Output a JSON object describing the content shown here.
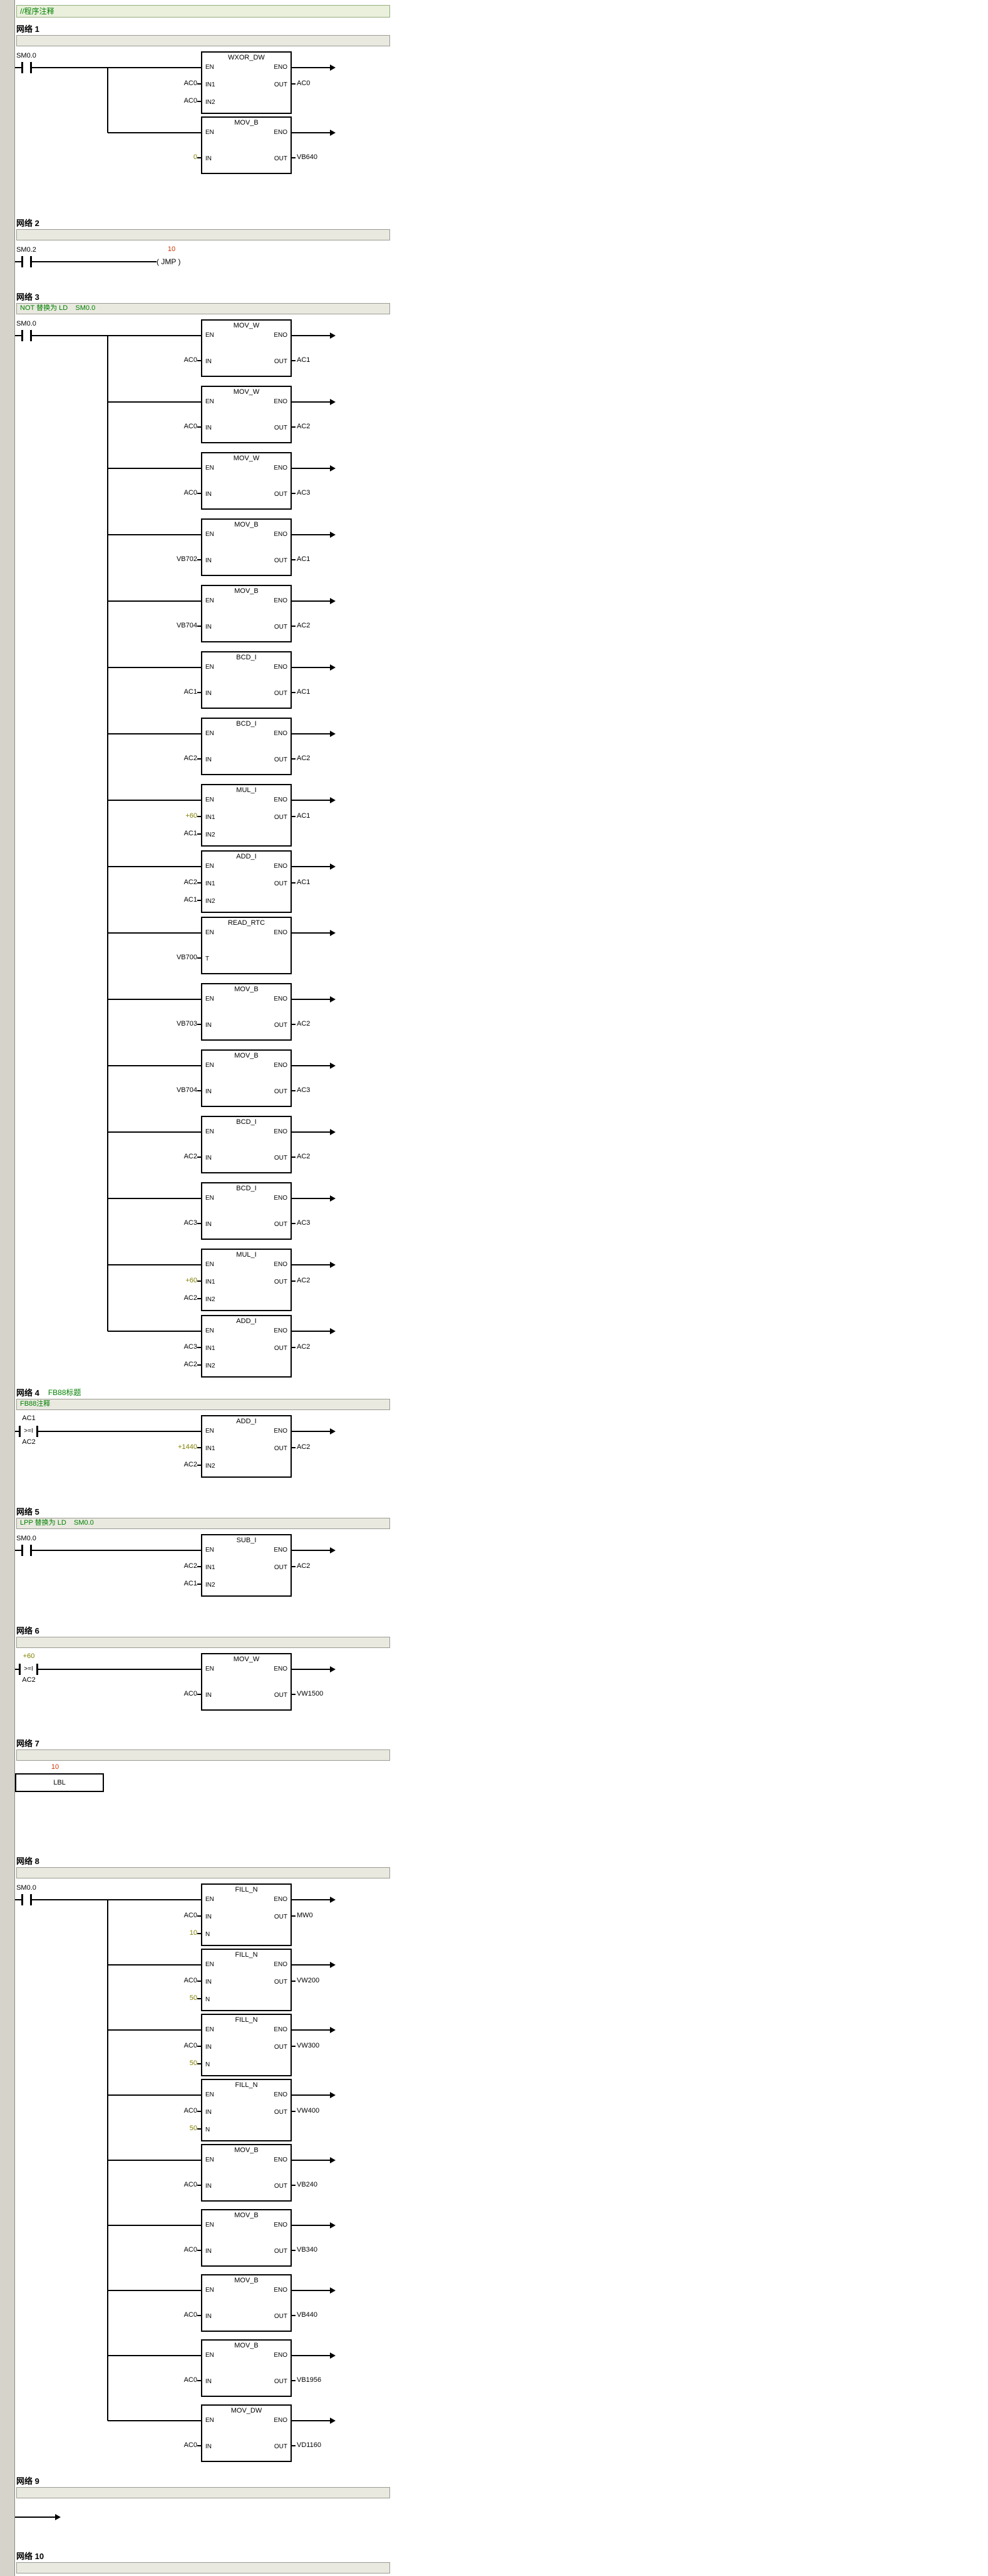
{
  "editor": {
    "top_comment": "//程序注释",
    "pins": {
      "en": "EN",
      "eno": "ENO"
    }
  },
  "colors": {
    "comment_green": "#008000",
    "constant_olive": "#808000",
    "jump_label_red": "#cc3300",
    "bar_grey": "#e9e9e0"
  },
  "networks": [
    {
      "label": "网络 1",
      "suffix": "",
      "bar_comment": "",
      "rung": {
        "type": "blocks",
        "contact": {
          "kind": "no",
          "operand": "SM0.0"
        },
        "blocks": [
          {
            "name": "WXOR_DW",
            "inputs": [
              {
                "pin": "IN1",
                "value": "AC0"
              },
              {
                "pin": "IN2",
                "value": "AC0"
              }
            ],
            "output": {
              "pin": "OUT",
              "value": "AC0"
            }
          },
          {
            "name": "MOV_B",
            "inputs": [
              {
                "pin": "IN",
                "value": "0",
                "const": true
              }
            ],
            "output": {
              "pin": "OUT",
              "value": "VB640"
            }
          }
        ]
      }
    },
    {
      "label": "网络 2",
      "suffix": "",
      "bar_comment": "",
      "rung": {
        "type": "coil",
        "contact": {
          "kind": "no",
          "operand": "SM0.2"
        },
        "coil": {
          "display": "( JMP )",
          "label": "JMP",
          "number": "10"
        }
      }
    },
    {
      "label": "网络 3",
      "suffix": "",
      "bar_comment": "NOT 替换为 LD    SM0.0",
      "rung": {
        "type": "blocks",
        "contact": {
          "kind": "no",
          "operand": "SM0.0"
        },
        "blocks": [
          {
            "name": "MOV_W",
            "inputs": [
              {
                "pin": "IN",
                "value": "AC0"
              }
            ],
            "output": {
              "pin": "OUT",
              "value": "AC1"
            }
          },
          {
            "name": "MOV_W",
            "inputs": [
              {
                "pin": "IN",
                "value": "AC0"
              }
            ],
            "output": {
              "pin": "OUT",
              "value": "AC2"
            }
          },
          {
            "name": "MOV_W",
            "inputs": [
              {
                "pin": "IN",
                "value": "AC0"
              }
            ],
            "output": {
              "pin": "OUT",
              "value": "AC3"
            }
          },
          {
            "name": "MOV_B",
            "inputs": [
              {
                "pin": "IN",
                "value": "VB702"
              }
            ],
            "output": {
              "pin": "OUT",
              "value": "AC1"
            }
          },
          {
            "name": "MOV_B",
            "inputs": [
              {
                "pin": "IN",
                "value": "VB704"
              }
            ],
            "output": {
              "pin": "OUT",
              "value": "AC2"
            }
          },
          {
            "name": "BCD_I",
            "inputs": [
              {
                "pin": "IN",
                "value": "AC1"
              }
            ],
            "output": {
              "pin": "OUT",
              "value": "AC1"
            }
          },
          {
            "name": "BCD_I",
            "inputs": [
              {
                "pin": "IN",
                "value": "AC2"
              }
            ],
            "output": {
              "pin": "OUT",
              "value": "AC2"
            }
          },
          {
            "name": "MUL_I",
            "inputs": [
              {
                "pin": "IN1",
                "value": "+60",
                "const": true
              },
              {
                "pin": "IN2",
                "value": "AC1"
              }
            ],
            "output": {
              "pin": "OUT",
              "value": "AC1"
            }
          },
          {
            "name": "ADD_I",
            "inputs": [
              {
                "pin": "IN1",
                "value": "AC2"
              },
              {
                "pin": "IN2",
                "value": "AC1"
              }
            ],
            "output": {
              "pin": "OUT",
              "value": "AC1"
            }
          },
          {
            "name": "READ_RTC",
            "inputs": [
              {
                "pin": "T",
                "value": "VB700"
              }
            ],
            "output": null
          },
          {
            "name": "MOV_B",
            "inputs": [
              {
                "pin": "IN",
                "value": "VB703"
              }
            ],
            "output": {
              "pin": "OUT",
              "value": "AC2"
            }
          },
          {
            "name": "MOV_B",
            "inputs": [
              {
                "pin": "IN",
                "value": "VB704"
              }
            ],
            "output": {
              "pin": "OUT",
              "value": "AC3"
            }
          },
          {
            "name": "BCD_I",
            "inputs": [
              {
                "pin": "IN",
                "value": "AC2"
              }
            ],
            "output": {
              "pin": "OUT",
              "value": "AC2"
            }
          },
          {
            "name": "BCD_I",
            "inputs": [
              {
                "pin": "IN",
                "value": "AC3"
              }
            ],
            "output": {
              "pin": "OUT",
              "value": "AC3"
            }
          },
          {
            "name": "MUL_I",
            "inputs": [
              {
                "pin": "IN1",
                "value": "+60",
                "const": true
              },
              {
                "pin": "IN2",
                "value": "AC2"
              }
            ],
            "output": {
              "pin": "OUT",
              "value": "AC2"
            }
          },
          {
            "name": "ADD_I",
            "inputs": [
              {
                "pin": "IN1",
                "value": "AC3"
              },
              {
                "pin": "IN2",
                "value": "AC2"
              }
            ],
            "output": {
              "pin": "OUT",
              "value": "AC2"
            }
          }
        ]
      }
    },
    {
      "label": "网络 4",
      "suffix": "FB88标题",
      "bar_comment": "FB88注释",
      "rung": {
        "type": "blocks",
        "contact": {
          "kind": "cmp",
          "op": ">=I",
          "top": "AC1",
          "bottom": "AC2",
          "top_const": false
        },
        "blocks": [
          {
            "name": "ADD_I",
            "inputs": [
              {
                "pin": "IN1",
                "value": "+1440",
                "const": true
              },
              {
                "pin": "IN2",
                "value": "AC2"
              }
            ],
            "output": {
              "pin": "OUT",
              "value": "AC2"
            }
          }
        ]
      }
    },
    {
      "label": "网络 5",
      "suffix": "",
      "bar_comment": "LPP 替换为 LD    SM0.0",
      "rung": {
        "type": "blocks",
        "contact": {
          "kind": "no",
          "operand": "SM0.0"
        },
        "blocks": [
          {
            "name": "SUB_I",
            "inputs": [
              {
                "pin": "IN1",
                "value": "AC2"
              },
              {
                "pin": "IN2",
                "value": "AC1"
              }
            ],
            "output": {
              "pin": "OUT",
              "value": "AC2"
            }
          }
        ]
      }
    },
    {
      "label": "网络 6",
      "suffix": "",
      "bar_comment": "",
      "rung": {
        "type": "blocks",
        "contact": {
          "kind": "cmp",
          "op": ">=I",
          "top": "+60",
          "bottom": "AC2",
          "top_const": true
        },
        "blocks": [
          {
            "name": "MOV_W",
            "inputs": [
              {
                "pin": "IN",
                "value": "AC0"
              }
            ],
            "output": {
              "pin": "OUT",
              "value": "VW1500"
            }
          }
        ]
      }
    },
    {
      "label": "网络 7",
      "suffix": "",
      "bar_comment": "",
      "rung": {
        "type": "lbl",
        "lbl": {
          "text": "LBL",
          "number": "10"
        }
      }
    },
    {
      "label": "网络 8",
      "suffix": "",
      "bar_comment": "",
      "rung": {
        "type": "blocks",
        "contact": {
          "kind": "no",
          "operand": "SM0.0"
        },
        "blocks": [
          {
            "name": "FILL_N",
            "inputs": [
              {
                "pin": "IN",
                "value": "AC0"
              },
              {
                "pin": "N",
                "value": "10",
                "const": true
              }
            ],
            "output": {
              "pin": "OUT",
              "value": "MW0"
            }
          },
          {
            "name": "FILL_N",
            "inputs": [
              {
                "pin": "IN",
                "value": "AC0"
              },
              {
                "pin": "N",
                "value": "50",
                "const": true
              }
            ],
            "output": {
              "pin": "OUT",
              "value": "VW200"
            }
          },
          {
            "name": "FILL_N",
            "inputs": [
              {
                "pin": "IN",
                "value": "AC0"
              },
              {
                "pin": "N",
                "value": "50",
                "const": true
              }
            ],
            "output": {
              "pin": "OUT",
              "value": "VW300"
            }
          },
          {
            "name": "FILL_N",
            "inputs": [
              {
                "pin": "IN",
                "value": "AC0"
              },
              {
                "pin": "N",
                "value": "50",
                "const": true
              }
            ],
            "output": {
              "pin": "OUT",
              "value": "VW400"
            }
          },
          {
            "name": "MOV_B",
            "inputs": [
              {
                "pin": "IN",
                "value": "AC0"
              }
            ],
            "output": {
              "pin": "OUT",
              "value": "VB240"
            }
          },
          {
            "name": "MOV_B",
            "inputs": [
              {
                "pin": "IN",
                "value": "AC0"
              }
            ],
            "output": {
              "pin": "OUT",
              "value": "VB340"
            }
          },
          {
            "name": "MOV_B",
            "inputs": [
              {
                "pin": "IN",
                "value": "AC0"
              }
            ],
            "output": {
              "pin": "OUT",
              "value": "VB440"
            }
          },
          {
            "name": "MOV_B",
            "inputs": [
              {
                "pin": "IN",
                "value": "AC0"
              }
            ],
            "output": {
              "pin": "OUT",
              "value": "VB1956"
            }
          },
          {
            "name": "MOV_DW",
            "inputs": [
              {
                "pin": "IN",
                "value": "AC0"
              }
            ],
            "output": {
              "pin": "OUT",
              "value": "VD1160"
            }
          }
        ]
      }
    },
    {
      "label": "网络 9",
      "suffix": "",
      "bar_comment": "",
      "rung": {
        "type": "arrow"
      }
    },
    {
      "label": "网络 10",
      "suffix": "",
      "bar_comment": "",
      "rung": {
        "type": "none"
      }
    }
  ]
}
